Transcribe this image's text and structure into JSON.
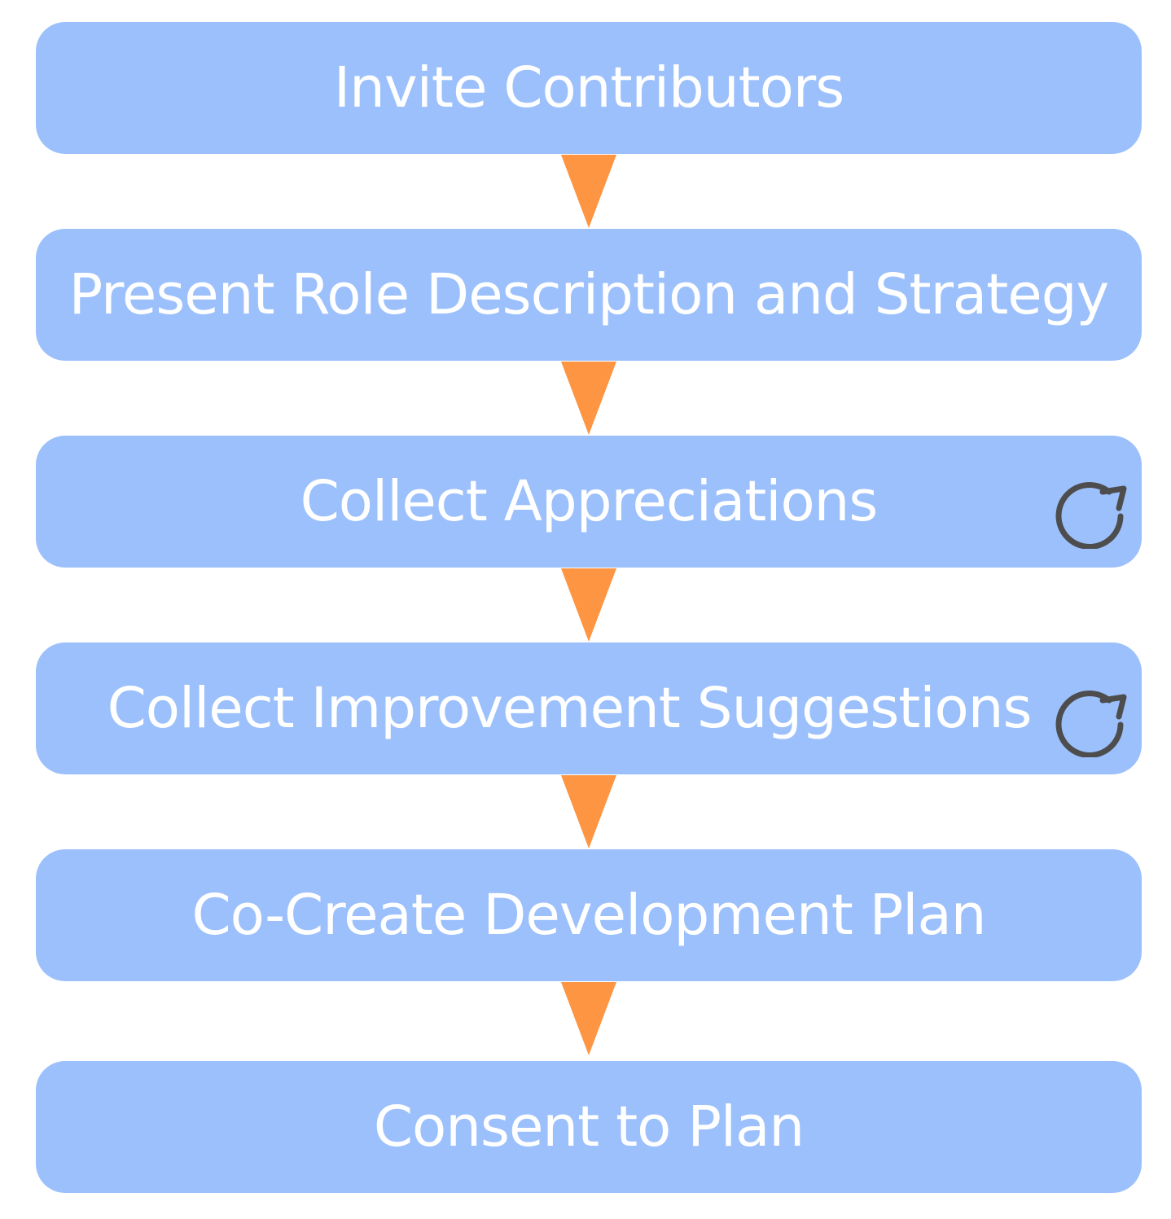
{
  "colors": {
    "step_fill": "#9cc0fc",
    "step_text": "#ffffff",
    "connector": "#fe9542",
    "repeat_icon": "#4d4d4d"
  },
  "steps": [
    {
      "label": "Invite Contributors",
      "repeat": false
    },
    {
      "label": "Present Role Description and Strategy",
      "repeat": false
    },
    {
      "label": "Collect Appreciations",
      "repeat": true
    },
    {
      "label": "Collect Improvement Suggestions",
      "repeat": true
    },
    {
      "label": "Co-Create Development Plan",
      "repeat": false
    },
    {
      "label": "Consent to Plan",
      "repeat": false
    }
  ],
  "icons": {
    "connector": "down-triangle-arrow-icon",
    "repeat": "circular-arrow-repeat-icon"
  }
}
